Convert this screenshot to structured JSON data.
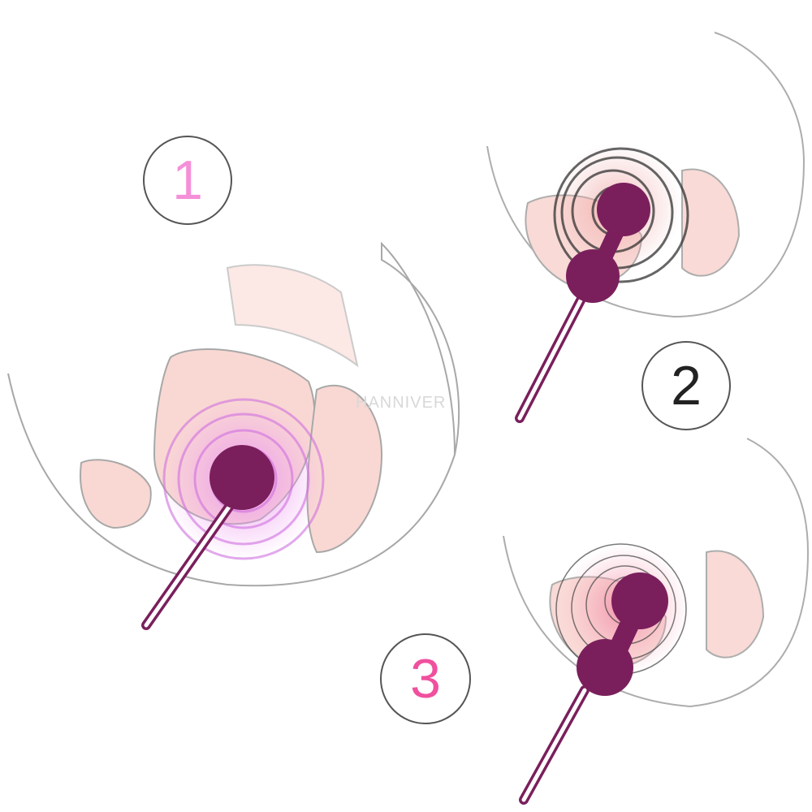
{
  "steps": [
    {
      "number": "1",
      "color": "#f58fd8"
    },
    {
      "number": "2",
      "color": "#222222"
    },
    {
      "number": "3",
      "color": "#f0509e"
    }
  ],
  "watermark": "HANNIVER",
  "colors": {
    "device": "#7a1f5c",
    "tissue": "#f6c8c0",
    "outline": "#777777",
    "vibration_glow_1": "#e070e8",
    "vibration_glow_3": "#f08aa8"
  }
}
